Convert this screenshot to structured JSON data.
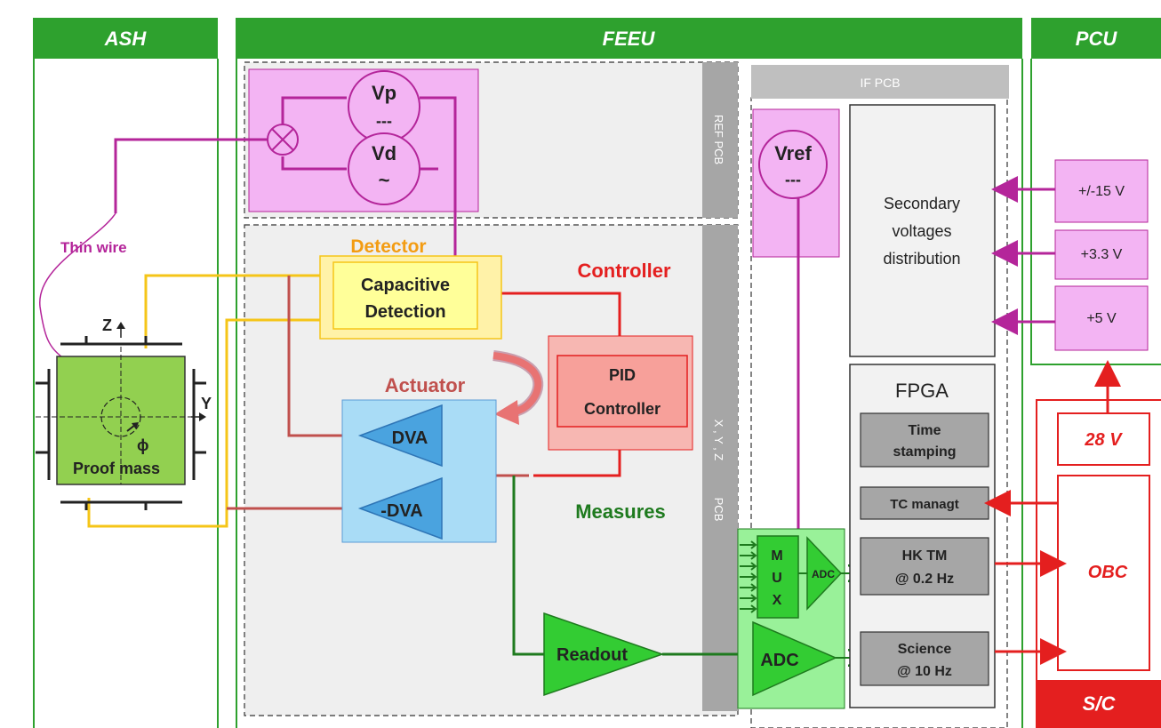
{
  "columns": {
    "ash": "ASH",
    "feeu": "FEEU",
    "pcu": "PCU"
  },
  "pcbs": {
    "ref_pcb": "REF PCB",
    "if_pcb": "IF PCB",
    "xyz_pcb": "X , Y , Z",
    "xyz_pcb_suffix": "PCB"
  },
  "sources": {
    "vp": "Vp",
    "vp_sub": "---",
    "vd": "Vd",
    "vd_sub": "~",
    "vref": "Vref",
    "vref_sub": "---"
  },
  "labels": {
    "thin_wire": "Thin wire",
    "detector": "Detector",
    "capacitive_line1": "Capacitive",
    "capacitive_line2": "Detection",
    "controller": "Controller",
    "pid_line1": "PID",
    "pid_line2": "Controller",
    "actuator": "Actuator",
    "dva": "DVA",
    "neg_dva": "-DVA",
    "measures": "Measures",
    "readout": "Readout",
    "adc_small": "ADC",
    "adc_large": "ADC",
    "mux_m": "M",
    "mux_u": "U",
    "mux_x": "X",
    "proof_mass": "Proof mass",
    "axis_z": "Z",
    "axis_y": "Y",
    "axis_phi": "ϕ"
  },
  "if_pcb_blocks": {
    "secondary_line1": "Secondary",
    "secondary_line2": "voltages",
    "secondary_line3": "distribution",
    "fpga": "FPGA",
    "time_line1": "Time",
    "time_line2": "stamping",
    "tc": "TC managt",
    "hk_line1": "HK TM",
    "hk_line2": "@ 0.2 Hz",
    "science_line1": "Science",
    "science_line2": "@ 10 Hz"
  },
  "pcu_blocks": {
    "v15": "+/-15 V",
    "v33": "+3.3 V",
    "v5": "+5 V",
    "v28": "28 V",
    "obc": "OBC",
    "sc": "S/C"
  },
  "colors": {
    "header_green": "#2ea12e",
    "magenta_wire": "#b4259a",
    "yellow_wire": "#f5c518",
    "red_wire": "#e41f1f",
    "brown_wire": "#c0504d",
    "green_wire": "#1e7a1e",
    "pink_fill": "#f3b4f3",
    "blue_fill": "#a9dcf6",
    "grey_fill": "#a6a6a6"
  }
}
